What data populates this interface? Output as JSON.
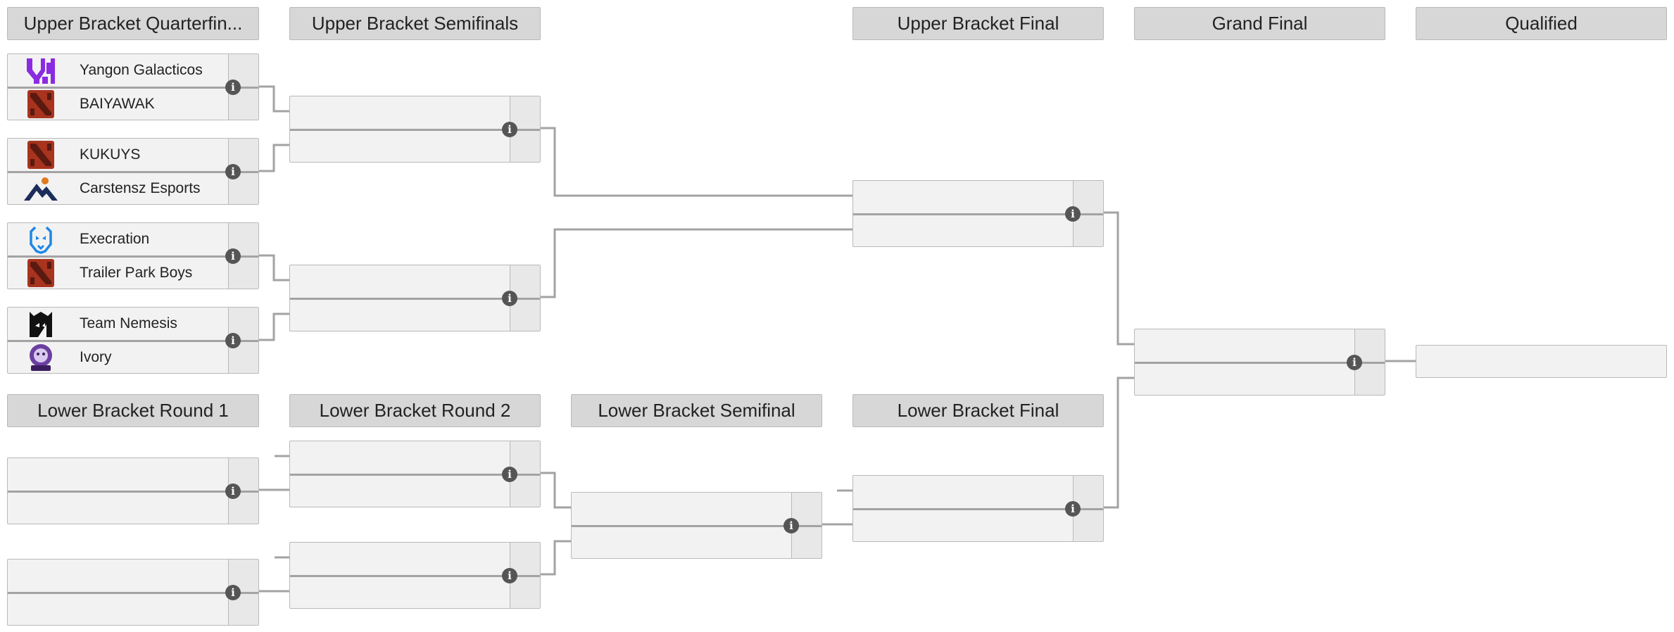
{
  "rounds": {
    "ub_quarterfinals": "Upper Bracket Quarterfin...",
    "ub_semifinals": "Upper Bracket Semifinals",
    "ub_final": "Upper Bracket Final",
    "grand_final": "Grand Final",
    "qualified": "Qualified",
    "lb_round1": "Lower Bracket Round 1",
    "lb_round2": "Lower Bracket Round 2",
    "lb_semifinal": "Lower Bracket Semifinal",
    "lb_final": "Lower Bracket Final"
  },
  "teams": {
    "ubq1_a": {
      "name": "Yangon Galacticos",
      "logo": "yangon-galacticos-logo"
    },
    "ubq1_b": {
      "name": "BAIYAWAK",
      "logo": "dota2-logo"
    },
    "ubq2_a": {
      "name": "KUKUYS",
      "logo": "dota2-logo"
    },
    "ubq2_b": {
      "name": "Carstensz Esports",
      "logo": "carstensz-esports-logo"
    },
    "ubq3_a": {
      "name": "Execration",
      "logo": "execration-logo"
    },
    "ubq3_b": {
      "name": "Trailer Park Boys",
      "logo": "dota2-logo"
    },
    "ubq4_a": {
      "name": "Team Nemesis",
      "logo": "team-nemesis-logo"
    },
    "ubq4_b": {
      "name": "Ivory",
      "logo": "ivory-logo"
    }
  },
  "info_icon_glyph": "i",
  "colors": {
    "header_bg": "#d7d7d7",
    "match_bg": "#f2f2f2",
    "score_bg": "#e8e8e8",
    "border": "#b9b9b9",
    "connector": "#a3a3a3",
    "info_icon": "#555555",
    "dota_red": "#a8331e",
    "yangon_purple": "#8a2be2",
    "carstensz_navy": "#1c2c5a",
    "carstensz_orange": "#e07a1f",
    "execration_blue": "#1e88e5",
    "ivory_purple": "#6b3fa0"
  }
}
